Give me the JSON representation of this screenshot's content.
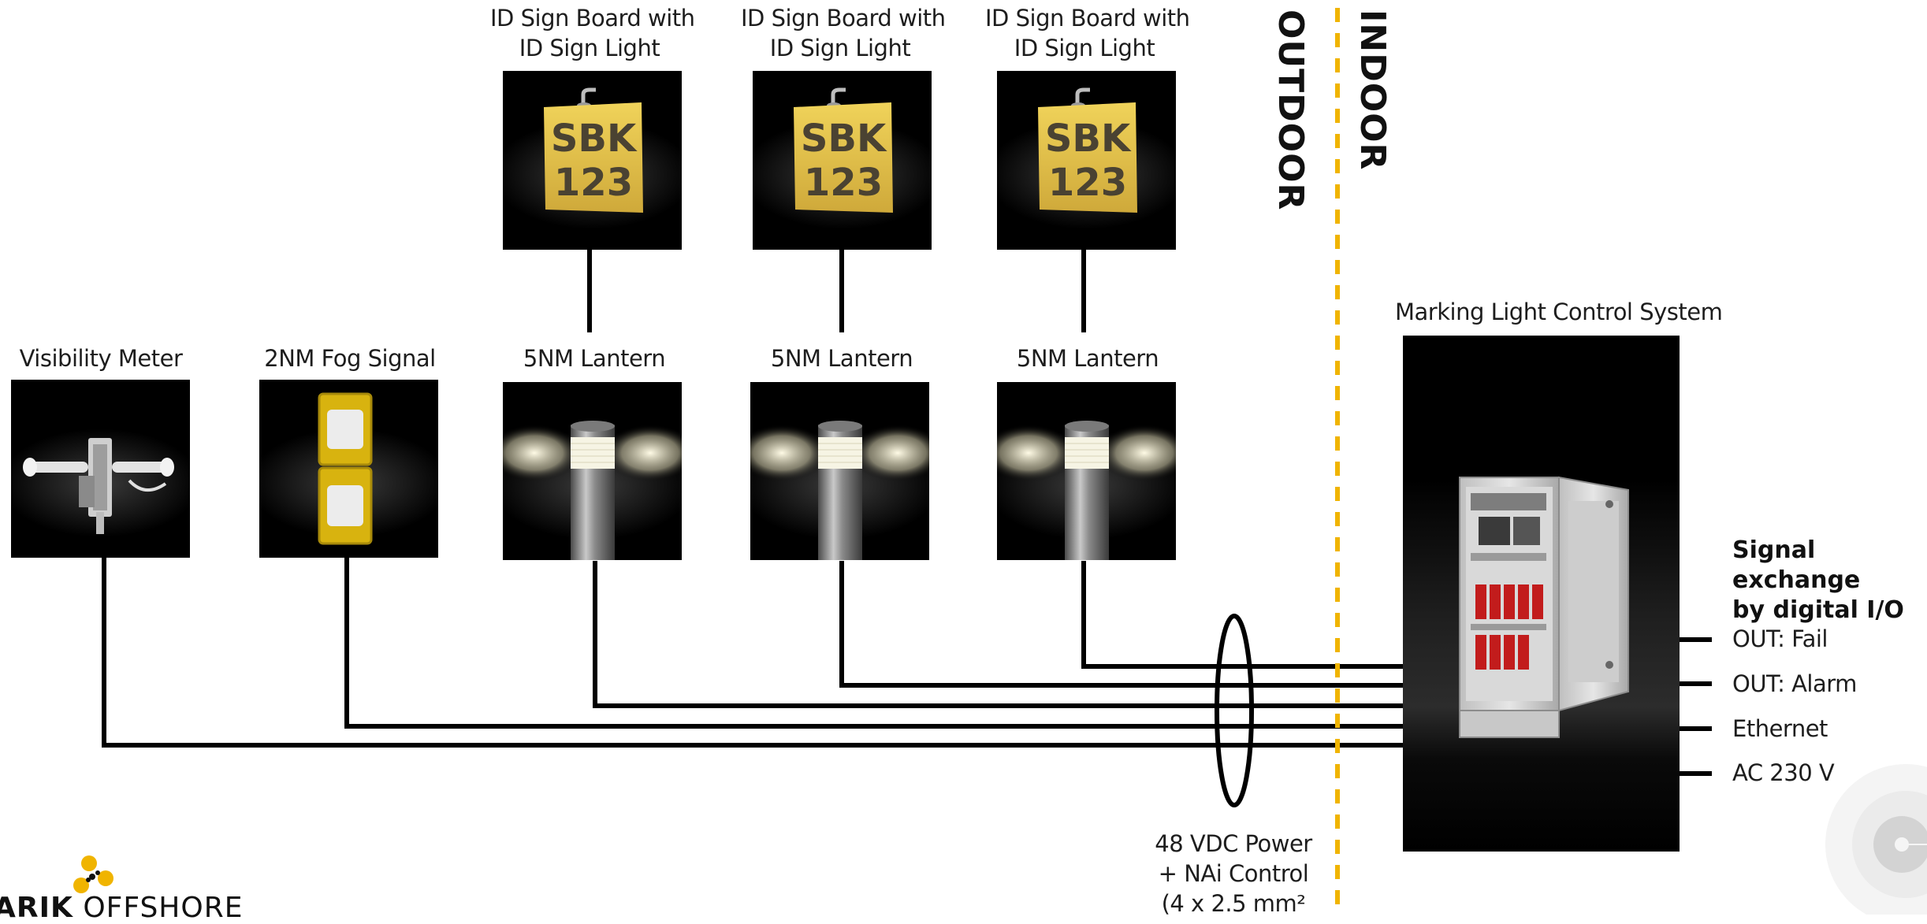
{
  "diagram": {
    "sign_boards": [
      {
        "label_line1": "ID Sign Board with",
        "label_line2": "ID Sign Light",
        "sign_text_top": "SBK",
        "sign_text_bottom": "123"
      },
      {
        "label_line1": "ID Sign Board with",
        "label_line2": "ID Sign Light",
        "sign_text_top": "SBK",
        "sign_text_bottom": "123"
      },
      {
        "label_line1": "ID Sign Board with",
        "label_line2": "ID Sign Light",
        "sign_text_top": "SBK",
        "sign_text_bottom": "123"
      }
    ],
    "devices": [
      {
        "label": "Visibility Meter",
        "icon": "visibility-meter-icon"
      },
      {
        "label": "2NM Fog Signal",
        "icon": "fog-signal-icon"
      },
      {
        "label": "5NM Lantern",
        "icon": "lantern-icon"
      },
      {
        "label": "5NM Lantern",
        "icon": "lantern-icon"
      },
      {
        "label": "5NM Lantern",
        "icon": "lantern-icon"
      }
    ],
    "zones": {
      "outdoor": "OUTDOOR",
      "indoor": "INDOOR"
    },
    "control_system": {
      "label": "Marking Light Control System",
      "icon": "control-cabinet-icon"
    },
    "signal_exchange": {
      "title_line1": "Signal exchange",
      "title_line2": "by digital I/O",
      "outputs": [
        "OUT: Fail",
        "OUT: Alarm",
        "Ethernet",
        "AC 230 V"
      ]
    },
    "cable_note": {
      "line1": "48 VDC Power",
      "line2": "+ NAi Control",
      "line3": "(4 x 2.5 mm²"
    },
    "logo": {
      "text_bold": "ARIK",
      "text_light": "OFFSHORE",
      "icon": "logo-icon"
    },
    "colors": {
      "divider": "#f0b400",
      "sign_yellow": "#e8c84a",
      "fog_yellow": "#e9c21b",
      "box_black": "#000000",
      "line_black": "#000000"
    }
  }
}
